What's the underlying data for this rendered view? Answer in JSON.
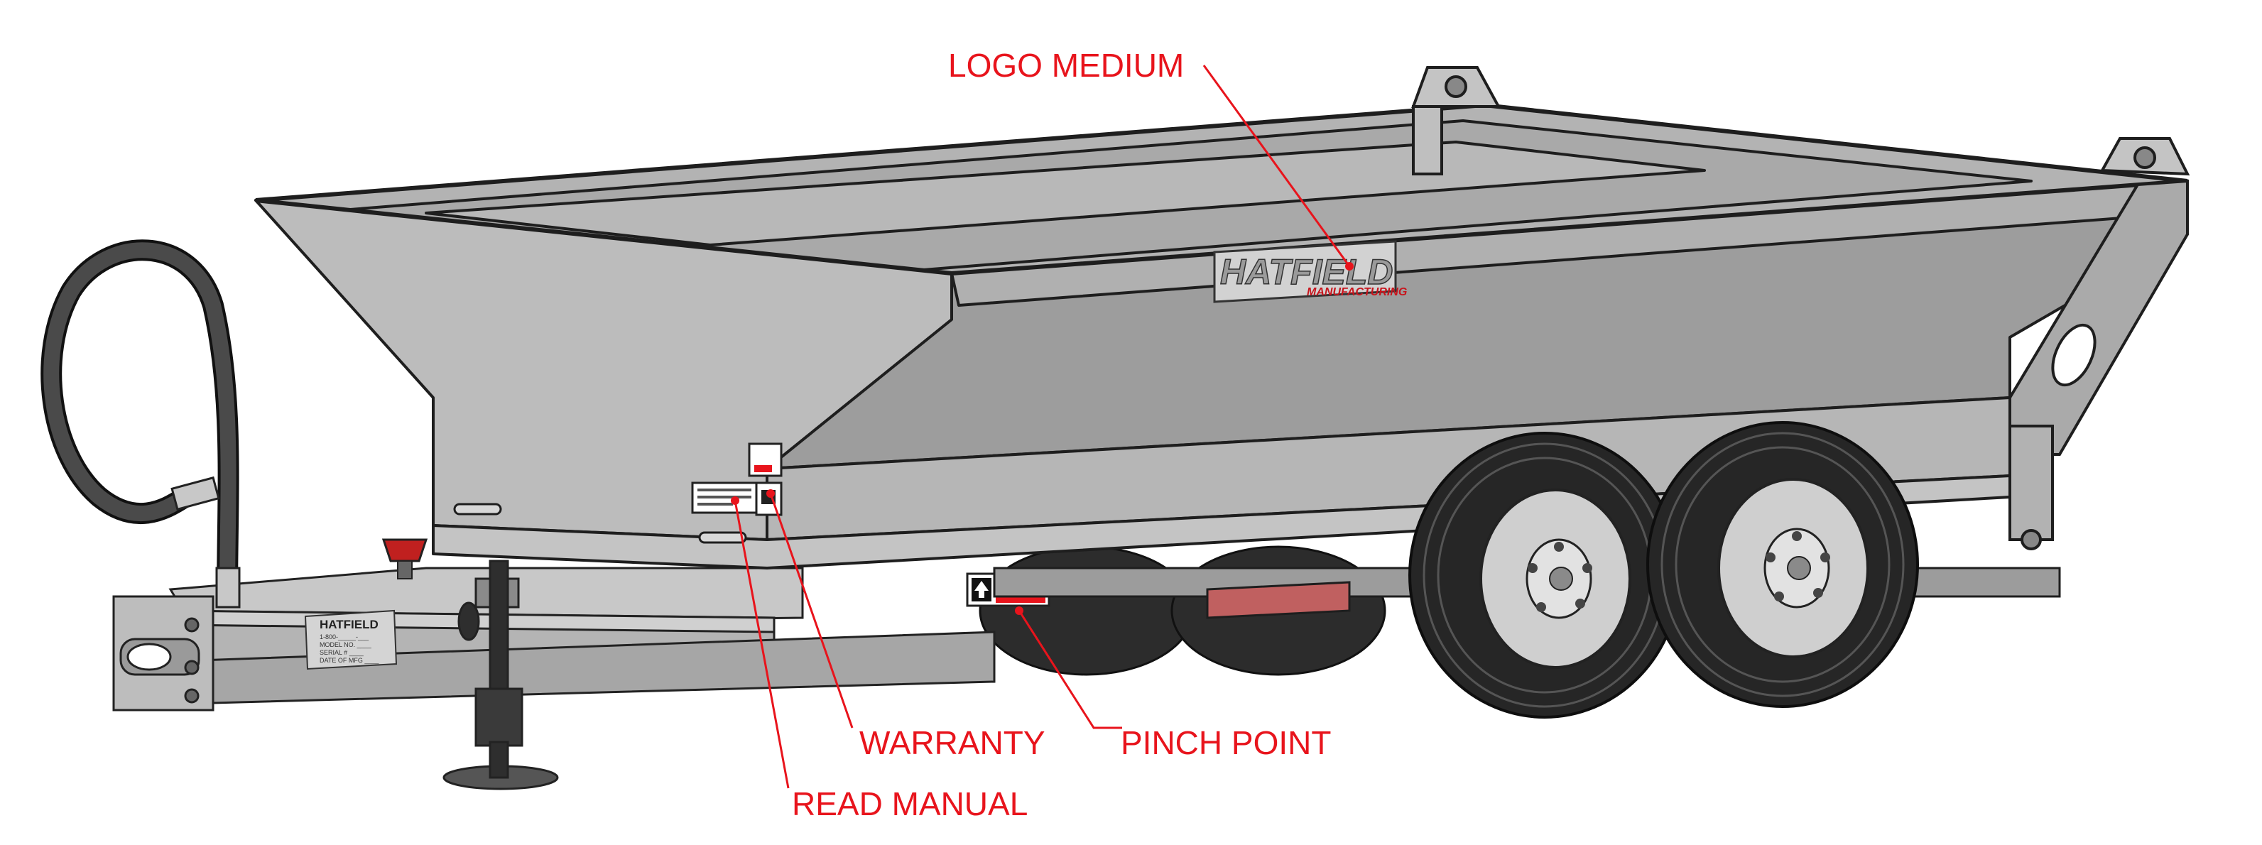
{
  "callouts": {
    "logo_medium": "LOGO MEDIUM",
    "warranty": "WARRANTY",
    "pinch_point": "PINCH POINT",
    "read_manual": "READ MANUAL"
  },
  "logo_decal": {
    "brand": "HATFIELD",
    "sub": "MANUFACTURING"
  },
  "serial_plate": {
    "brand": "HATFIELD",
    "lines": [
      "1-800-_____-___",
      "MODEL NO. ____",
      "SERIAL # ____",
      "DATE OF MFG ____"
    ]
  },
  "colors": {
    "callout": "#e8141c",
    "body_light": "#bcbcbc",
    "body_mid": "#a8a8a8",
    "body_dark": "#8e8e8e",
    "tire": "#2a2a2a",
    "hose": "#3a3a3a"
  }
}
